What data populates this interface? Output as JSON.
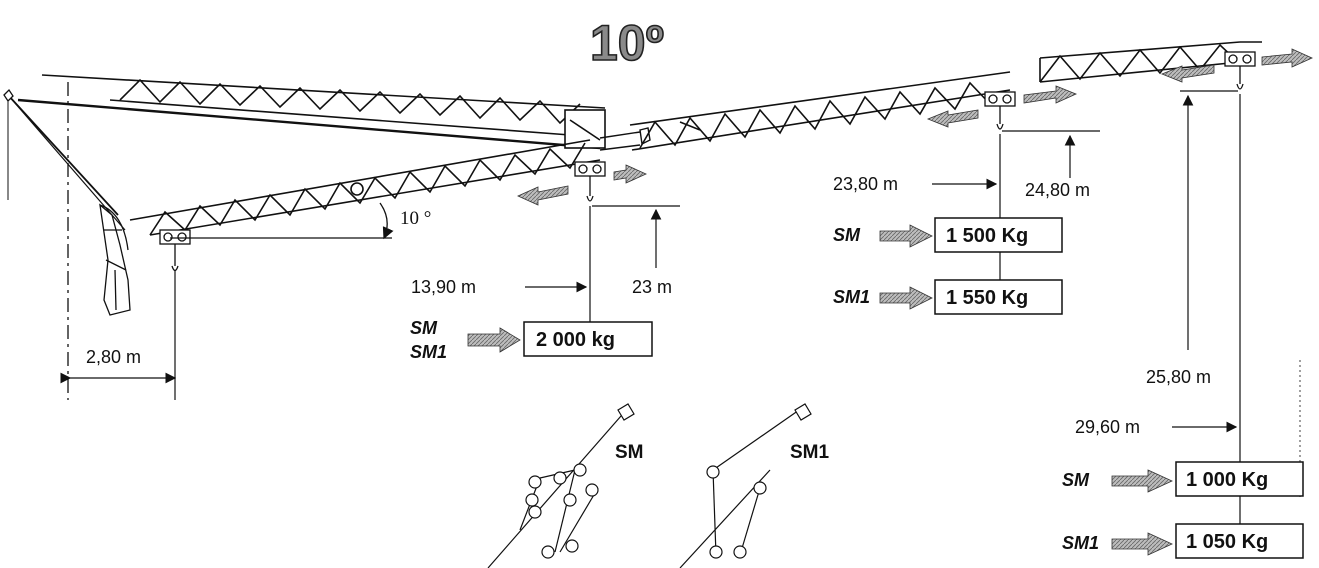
{
  "title": "10º",
  "boom_angle_label": "10 °",
  "colors": {
    "ink": "#111111",
    "arrow_fill": "#9a9a9a",
    "title_fill": "#8a8a8a"
  },
  "positions": [
    {
      "reach_label": "13,90 m",
      "height_label": "23 m",
      "loads": [
        {
          "configs": [
            "SM",
            "SM1"
          ],
          "value": "2 000 kg"
        }
      ]
    },
    {
      "reach_label": "23,80 m",
      "height_label": "24,80 m",
      "loads": [
        {
          "configs": [
            "SM"
          ],
          "value": "1 500 Kg"
        },
        {
          "configs": [
            "SM1"
          ],
          "value": "1 550 Kg"
        }
      ]
    },
    {
      "reach_label": "29,60 m",
      "height_label": "25,80 m",
      "loads": [
        {
          "configs": [
            "SM"
          ],
          "value": "1 000 Kg"
        },
        {
          "configs": [
            "SM1"
          ],
          "value": "1 050 Kg"
        }
      ]
    }
  ],
  "min_reach_label": "2,80 m",
  "reeving": [
    {
      "label": "SM"
    },
    {
      "label": "SM1"
    }
  ]
}
